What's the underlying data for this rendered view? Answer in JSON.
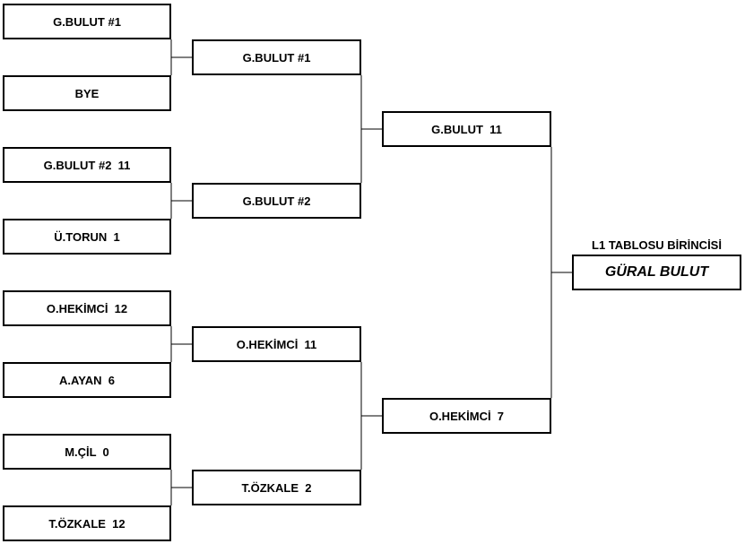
{
  "round1": [
    "G.BULUT #1",
    "BYE",
    "G.BULUT #2  11",
    "Ü.TORUN  1",
    "O.HEKİMCİ  12",
    "A.AYAN  6",
    "M.ÇİL  0",
    "T.ÖZKALE  12"
  ],
  "round2": [
    "G.BULUT #1",
    "G.BULUT #2",
    "O.HEKİMCİ  11",
    "T.ÖZKALE  2"
  ],
  "round3": [
    "G.BULUT  11",
    "O.HEKİMCİ  7"
  ],
  "winner": {
    "title": "L1 TABLOSU BİRİNCİSİ",
    "name": "GÜRAL BULUT"
  }
}
